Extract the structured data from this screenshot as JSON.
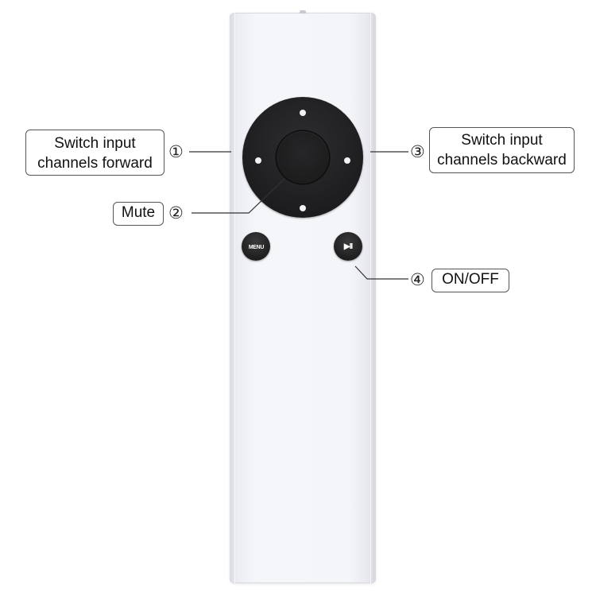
{
  "remote": {
    "menu_button": "MENU",
    "play_pause_button": "▶II"
  },
  "annotations": [
    {
      "number": "①",
      "lines": [
        "Switch input",
        "channels forward"
      ]
    },
    {
      "number": "②",
      "lines": [
        "Mute"
      ]
    },
    {
      "number": "③",
      "lines": [
        "Switch input",
        "channels backward"
      ]
    },
    {
      "number": "④",
      "lines": [
        "ON/OFF"
      ]
    }
  ]
}
